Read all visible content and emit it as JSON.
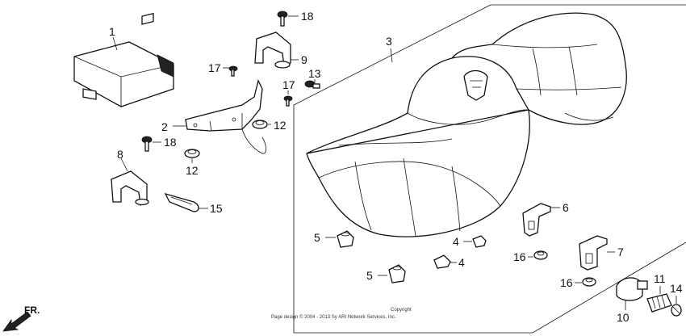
{
  "callouts": [
    {
      "id": "c1",
      "text": "1"
    },
    {
      "id": "c2",
      "text": "2"
    },
    {
      "id": "c3",
      "text": "3"
    },
    {
      "id": "c4a",
      "text": "4"
    },
    {
      "id": "c4b",
      "text": "4"
    },
    {
      "id": "c5a",
      "text": "5"
    },
    {
      "id": "c5b",
      "text": "5"
    },
    {
      "id": "c6",
      "text": "6"
    },
    {
      "id": "c7",
      "text": "7"
    },
    {
      "id": "c8",
      "text": "8"
    },
    {
      "id": "c9",
      "text": "9"
    },
    {
      "id": "c10",
      "text": "10"
    },
    {
      "id": "c11",
      "text": "11"
    },
    {
      "id": "c12a",
      "text": "12"
    },
    {
      "id": "c12b",
      "text": "12"
    },
    {
      "id": "c13",
      "text": "13"
    },
    {
      "id": "c14",
      "text": "14"
    },
    {
      "id": "c15",
      "text": "15"
    },
    {
      "id": "c16a",
      "text": "16"
    },
    {
      "id": "c16b",
      "text": "16"
    },
    {
      "id": "c17a",
      "text": "17"
    },
    {
      "id": "c17b",
      "text": "17"
    },
    {
      "id": "c18a",
      "text": "18"
    },
    {
      "id": "c18b",
      "text": "18"
    }
  ],
  "direction_label": "FR.",
  "copyright": {
    "line1": "Copyright",
    "line2": "Page design © 2004 - 2013 Sy ARI Network Services, Inc."
  }
}
